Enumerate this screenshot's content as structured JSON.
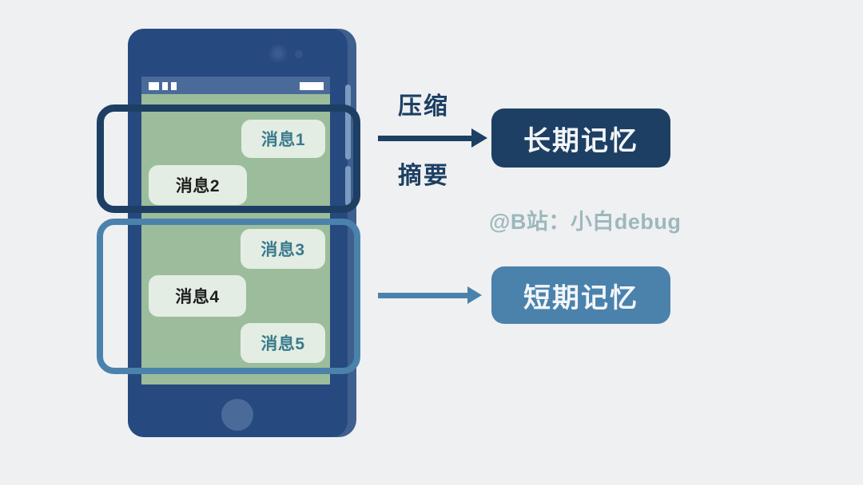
{
  "diagram": {
    "title": "Memory architecture diagram",
    "background_color": "#eff0f2"
  },
  "phone": {
    "body_color": "#26497f",
    "screen_color": "#9cbd9c",
    "status_bar_color": "#4a6b99",
    "home_button_label": "",
    "camera_icon": "camera-icon",
    "sensor_icon": "sensor-dot-icon",
    "side_buttons": [
      "volume-button",
      "power-button"
    ],
    "status_blocks": [
      "signal-block-1",
      "signal-block-2",
      "signal-block-3",
      "battery-block"
    ]
  },
  "messages": [
    {
      "id": "m1",
      "text": "消息1",
      "align": "right",
      "text_color": "#3a7a8c"
    },
    {
      "id": "m2",
      "text": "消息2",
      "align": "left",
      "text_color": "#1e1e1e"
    },
    {
      "id": "m3",
      "text": "消息3",
      "align": "right",
      "text_color": "#3a7a8c"
    },
    {
      "id": "m4",
      "text": "消息4",
      "align": "left",
      "text_color": "#1e1e1e"
    },
    {
      "id": "m5",
      "text": "消息5",
      "align": "right",
      "text_color": "#3a7a8c"
    }
  ],
  "brackets": [
    {
      "id": "long-term-group",
      "color": "#1d3f63",
      "covers": [
        "消息1",
        "消息2"
      ]
    },
    {
      "id": "short-term-group",
      "color": "#4a82ac",
      "covers": [
        "消息3",
        "消息4",
        "消息5"
      ]
    }
  ],
  "arrows": {
    "top": {
      "label_above": "压缩",
      "label_below": "摘要",
      "color": "#1d3f63"
    },
    "bottom": {
      "label_above": "",
      "label_below": "",
      "color": "#4a82ac"
    }
  },
  "badges": {
    "long_term": {
      "label": "长期记忆",
      "background": "#1d3f63",
      "text_color": "#f2f5f8"
    },
    "short_term": {
      "label": "短期记忆",
      "background": "#4a82ac",
      "text_color": "#f2f5f8"
    }
  },
  "watermark": {
    "text": "@B站：小白debug",
    "color": "#9db8bc"
  }
}
